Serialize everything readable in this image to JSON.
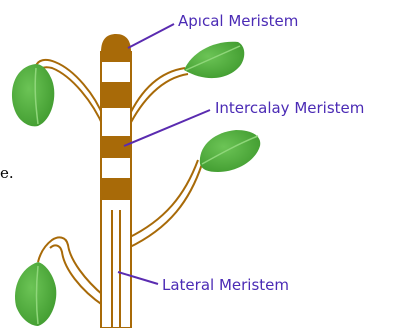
{
  "diagram": {
    "labels": {
      "apical": "Apıcal Meristem",
      "intercalary": "Intercalay Meristem",
      "lateral": "Lateral Meristem"
    },
    "edge_fragment": "e."
  },
  "colors": {
    "label_text": "#4b2bb5",
    "pointer_line": "#5a2bb0",
    "meristem_band": "#a86a08",
    "stem_outline": "#a86a08",
    "leaf_fill": "#4caf3a",
    "leaf_vein": "#8fd67a"
  }
}
